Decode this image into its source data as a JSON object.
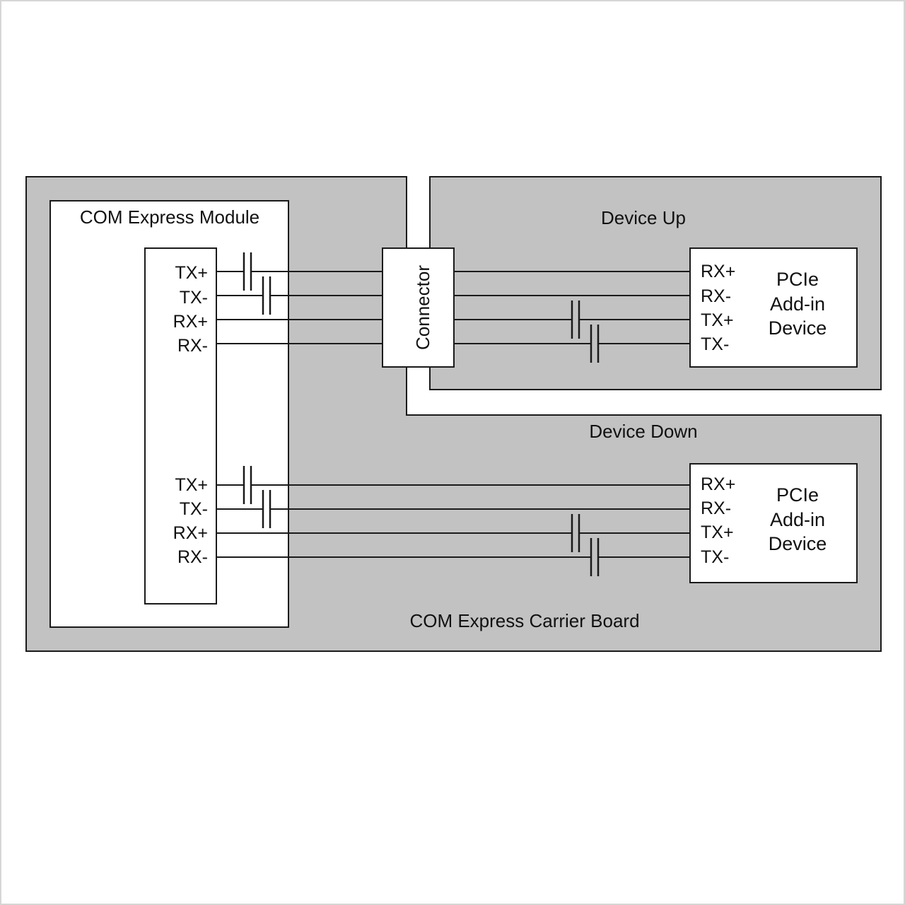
{
  "carrier_board": {
    "label": "COM Express Carrier Board"
  },
  "module": {
    "label": "COM Express Module",
    "upper_pins": [
      "TX+",
      "TX-",
      "RX+",
      "RX-"
    ],
    "lower_pins": [
      "TX+",
      "TX-",
      "RX+",
      "RX-"
    ]
  },
  "connector": {
    "label": "Connector"
  },
  "device_up": {
    "label": "Device Up",
    "device_lines": [
      "PCIe",
      "Add-in",
      "Device"
    ],
    "pins": [
      "RX+",
      "RX-",
      "TX+",
      "TX-"
    ]
  },
  "device_down": {
    "label": "Device Down",
    "device_lines": [
      "PCIe",
      "Add-in",
      "Device"
    ],
    "pins": [
      "RX+",
      "RX-",
      "TX+",
      "TX-"
    ]
  },
  "colors": {
    "board_fill": "#c2c2c2",
    "box_fill": "#ffffff",
    "line": "#1a1a1a"
  }
}
